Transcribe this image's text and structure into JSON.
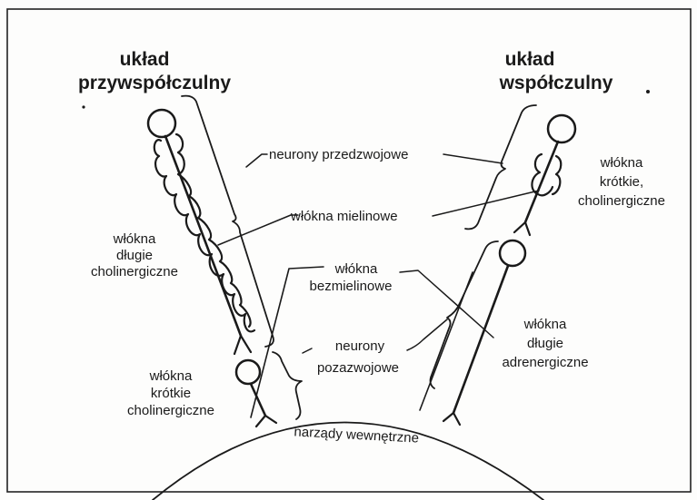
{
  "titles": {
    "parasympathetic": [
      "układ",
      "przywspółczulny"
    ],
    "sympathetic": [
      "układ",
      "współczulny"
    ]
  },
  "labels": {
    "preganglionic": "neurony przedzwojowe",
    "myelinated": "włókna mielinowe",
    "unmyelinated": [
      "włókna",
      "bezmielinowe"
    ],
    "postganglionic": [
      "neurony",
      "pozazwojowe"
    ],
    "organs": "narządy wewnętrzne",
    "para_long": [
      "włókna",
      "długie",
      "cholinergiczne"
    ],
    "para_short": [
      "włókna",
      "krótkie",
      "cholinergiczne"
    ],
    "symp_short": [
      "włókna",
      "krótkie,",
      "cholinergiczne"
    ],
    "symp_long": [
      "włókna",
      "długie",
      "adrenergiczne"
    ]
  }
}
